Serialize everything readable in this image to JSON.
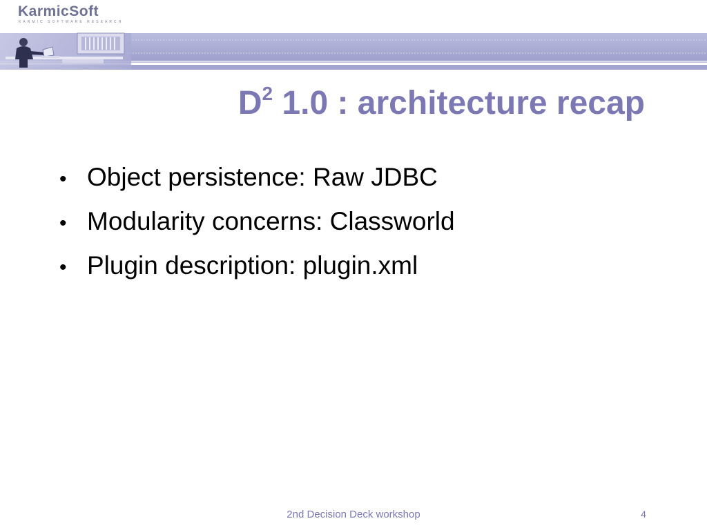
{
  "logo": {
    "name": "KarmicSoft",
    "tagline": "KARMIC SOFTWARE RESEARCH"
  },
  "slide": {
    "title_main": "D",
    "title_sup": "2",
    "title_rest": " 1.0 : architecture recap",
    "bullets": [
      "Object persistence: Raw JDBC",
      "Modularity concerns: Classworld",
      "Plugin description: plugin.xml"
    ],
    "bullet_glyph": "•"
  },
  "footer": {
    "text": "2nd Decision Deck workshop",
    "page_number": "4"
  },
  "colors": {
    "accent": "#7b78b3",
    "banner": "#a8a9d3",
    "logo": "#6d7192"
  }
}
